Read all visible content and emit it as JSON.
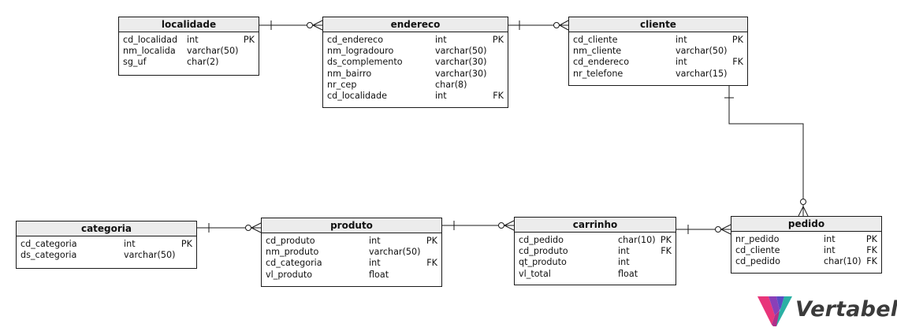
{
  "tables": [
    {
      "id": "localidade",
      "title": "localidade",
      "columns": [
        {
          "name": "cd_localidad",
          "type": "int",
          "key": "PK"
        },
        {
          "name": "nm_localida",
          "type": "varchar(50)",
          "key": ""
        },
        {
          "name": "sg_uf",
          "type": "char(2)",
          "key": ""
        }
      ]
    },
    {
      "id": "endereco",
      "title": "endereco",
      "columns": [
        {
          "name": "cd_endereco",
          "type": "int",
          "key": "PK"
        },
        {
          "name": "nm_logradouro",
          "type": "varchar(50)",
          "key": ""
        },
        {
          "name": "ds_complemento",
          "type": "varchar(30)",
          "key": ""
        },
        {
          "name": "nm_bairro",
          "type": "varchar(30)",
          "key": ""
        },
        {
          "name": "nr_cep",
          "type": "char(8)",
          "key": ""
        },
        {
          "name": "cd_localidade",
          "type": "int",
          "key": "FK"
        }
      ]
    },
    {
      "id": "cliente",
      "title": "cliente",
      "columns": [
        {
          "name": "cd_cliente",
          "type": "int",
          "key": "PK"
        },
        {
          "name": "nm_cliente",
          "type": "varchar(50)",
          "key": ""
        },
        {
          "name": "cd_endereco",
          "type": "int",
          "key": "FK"
        },
        {
          "name": "nr_telefone",
          "type": "varchar(15)",
          "key": ""
        }
      ]
    },
    {
      "id": "categoria",
      "title": "categoria",
      "columns": [
        {
          "name": "cd_categoria",
          "type": "int",
          "key": "PK"
        },
        {
          "name": "ds_categoria",
          "type": "varchar(50)",
          "key": ""
        }
      ]
    },
    {
      "id": "produto",
      "title": "produto",
      "columns": [
        {
          "name": "cd_produto",
          "type": "int",
          "key": "PK"
        },
        {
          "name": "nm_produto",
          "type": "varchar(50)",
          "key": ""
        },
        {
          "name": "cd_categoria",
          "type": "int",
          "key": "FK"
        },
        {
          "name": "vl_produto",
          "type": "float",
          "key": ""
        }
      ]
    },
    {
      "id": "carrinho",
      "title": "carrinho",
      "columns": [
        {
          "name": "cd_pedido",
          "type": "char(10)",
          "key": "PK"
        },
        {
          "name": "cd_produto",
          "type": "int",
          "key": "FK"
        },
        {
          "name": "qt_produto",
          "type": "int",
          "key": ""
        },
        {
          "name": "vl_total",
          "type": "float",
          "key": ""
        }
      ]
    },
    {
      "id": "pedido",
      "title": "pedido",
      "columns": [
        {
          "name": "nr_pedido",
          "type": "int",
          "key": "PK"
        },
        {
          "name": "cd_cliente",
          "type": "int",
          "key": "FK"
        },
        {
          "name": "cd_pedido",
          "type": "char(10)",
          "key": "FK"
        }
      ]
    }
  ],
  "relationships": [
    {
      "id": "localidade-endereco",
      "one": "localidade",
      "many": "endereco"
    },
    {
      "id": "endereco-cliente",
      "one": "endereco",
      "many": "cliente"
    },
    {
      "id": "cliente-pedido",
      "one": "cliente",
      "many": "pedido"
    },
    {
      "id": "categoria-produto",
      "one": "categoria",
      "many": "produto"
    },
    {
      "id": "produto-carrinho",
      "one": "produto",
      "many": "carrinho"
    },
    {
      "id": "carrinho-pedido",
      "one": "carrinho",
      "many": "pedido"
    }
  ],
  "logo": {
    "text": "Vertabelo",
    "colors": [
      "#e8357a",
      "#8a3fb8",
      "#2ab0a4"
    ]
  }
}
